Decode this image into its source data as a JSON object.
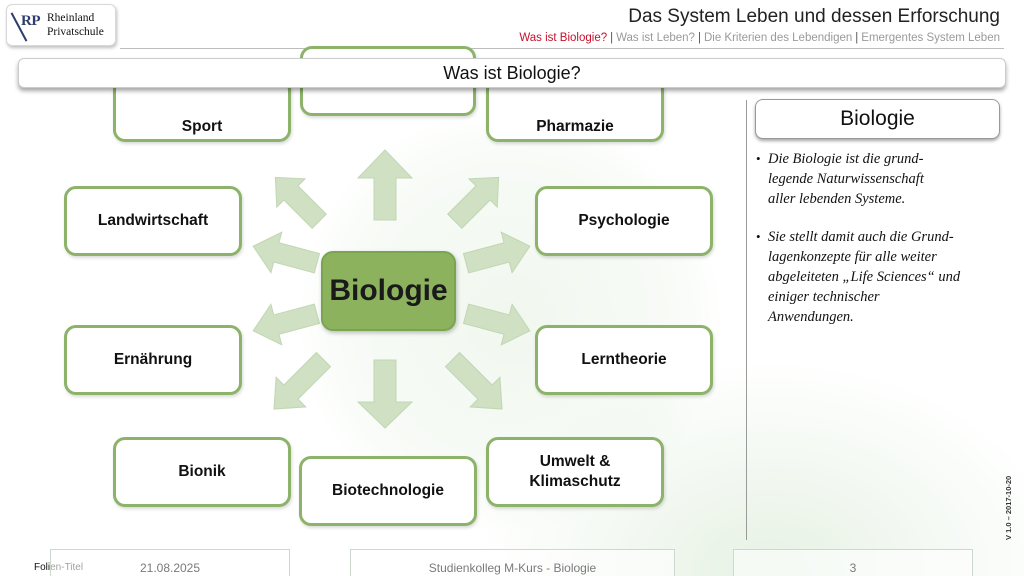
{
  "logo": {
    "mark": "RP",
    "line1": "Rheinland",
    "line2": "Privatschule"
  },
  "header": {
    "title": "Das System Leben und dessen Erforschung",
    "breadcrumb": [
      {
        "label": "Was ist Biologie?",
        "active": true
      },
      {
        "label": "Was ist Leben?",
        "active": false
      },
      {
        "label": "Die Kriterien des Lebendigen",
        "active": false
      },
      {
        "label": "Emergentes System Leben",
        "active": false
      }
    ]
  },
  "banner": {
    "title": "Was ist Biologie?"
  },
  "diagram": {
    "center": "Biologie",
    "boxes": {
      "sport": "Sport",
      "pharmazie": "Pharmazie",
      "landwirtschaft": "Landwirtschaft",
      "psychologie": "Psychologie",
      "ernaehrung": "Ernährung",
      "lerntheorie": "Lerntheorie",
      "bionik": "Bionik",
      "biotechnologie": "Biotechnologie",
      "umwelt_line1": "Umwelt &",
      "umwelt_line2": "Klimaschutz"
    }
  },
  "side_panel": {
    "title": "Biologie",
    "bullet1": {
      "line1": "Die Biologie ist die grund-",
      "line2": "legende Naturwissenschaft",
      "line3": "aller lebenden Systeme."
    },
    "bullet2": {
      "line1": "Sie stellt damit auch die Grund-",
      "line2": "lagenkonzepte für alle weiter",
      "line3": "abgeleiteten „Life Sciences“ und",
      "line4": "einiger technischer",
      "line5": "Anwendungen."
    }
  },
  "footer": {
    "label": "Folien-Titel",
    "date": "21.08.2025",
    "course": "Studienkolleg M-Kurs - Biologie",
    "page": "3",
    "version": "V 1.0 – 2017-10-20"
  },
  "colors": {
    "accent_green": "#8cb369",
    "center_green": "#8cb25e",
    "arrow_green": "#cfe0c3",
    "breadcrumb_active": "#c8102e",
    "logo_blue": "#2c3d6e"
  }
}
